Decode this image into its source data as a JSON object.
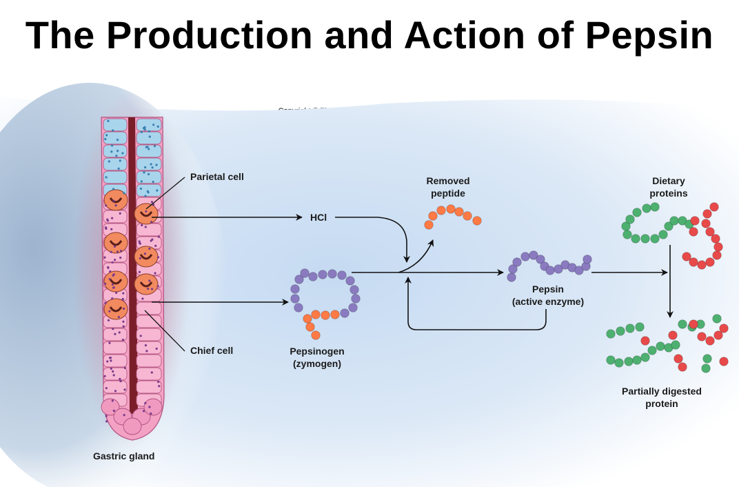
{
  "title": "The Production and Action of Pepsin",
  "copyright": "Copyright © The McGraw-Hill Companies, Inc. Permission required for reproduction or display.",
  "labels": {
    "parietal_cell": "Parietal cell",
    "chief_cell": "Chief cell",
    "gastric_gland": "Gastric gland",
    "hcl": "HCl",
    "removed_peptide": [
      "Removed",
      "peptide"
    ],
    "pepsinogen": [
      "Pepsinogen",
      "(zymogen)"
    ],
    "pepsin": [
      "Pepsin",
      "(active enzyme)"
    ],
    "dietary_proteins": [
      "Dietary",
      "proteins"
    ],
    "partially_digested": [
      "Partially digested",
      "protein"
    ]
  },
  "colors": {
    "amino_purple": "#8a7bc0",
    "amino_orange": "#ff7a45",
    "amino_green": "#4db070",
    "amino_red": "#e84a4a",
    "gland_pink": "#f090b8",
    "parietal_orange": "#f28a60",
    "lumen": "#7a1f2a",
    "arrow": "#111111",
    "background_blue": "#c9dcf1"
  }
}
